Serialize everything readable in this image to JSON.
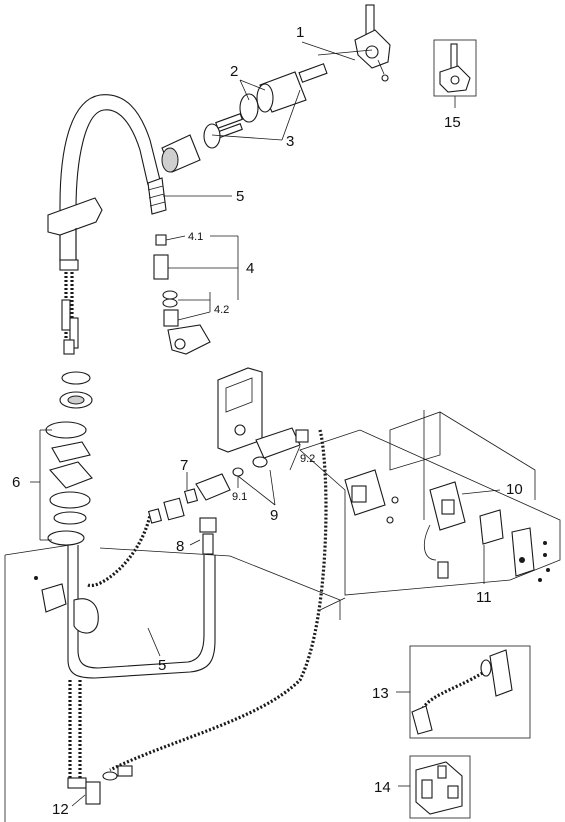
{
  "diagram": {
    "callouts": {
      "c1": "1",
      "c2": "2",
      "c3": "3",
      "c4": "4",
      "c4_1": "4.1",
      "c4_2": "4.2",
      "c5_top": "5",
      "c5_bottom": "5",
      "c6": "6",
      "c7": "7",
      "c8": "8",
      "c9": "9",
      "c9_1": "9.1",
      "c9_2": "9.2",
      "c10": "10",
      "c11": "11",
      "c12": "12",
      "c13": "13",
      "c14": "14",
      "c15": "15"
    }
  }
}
